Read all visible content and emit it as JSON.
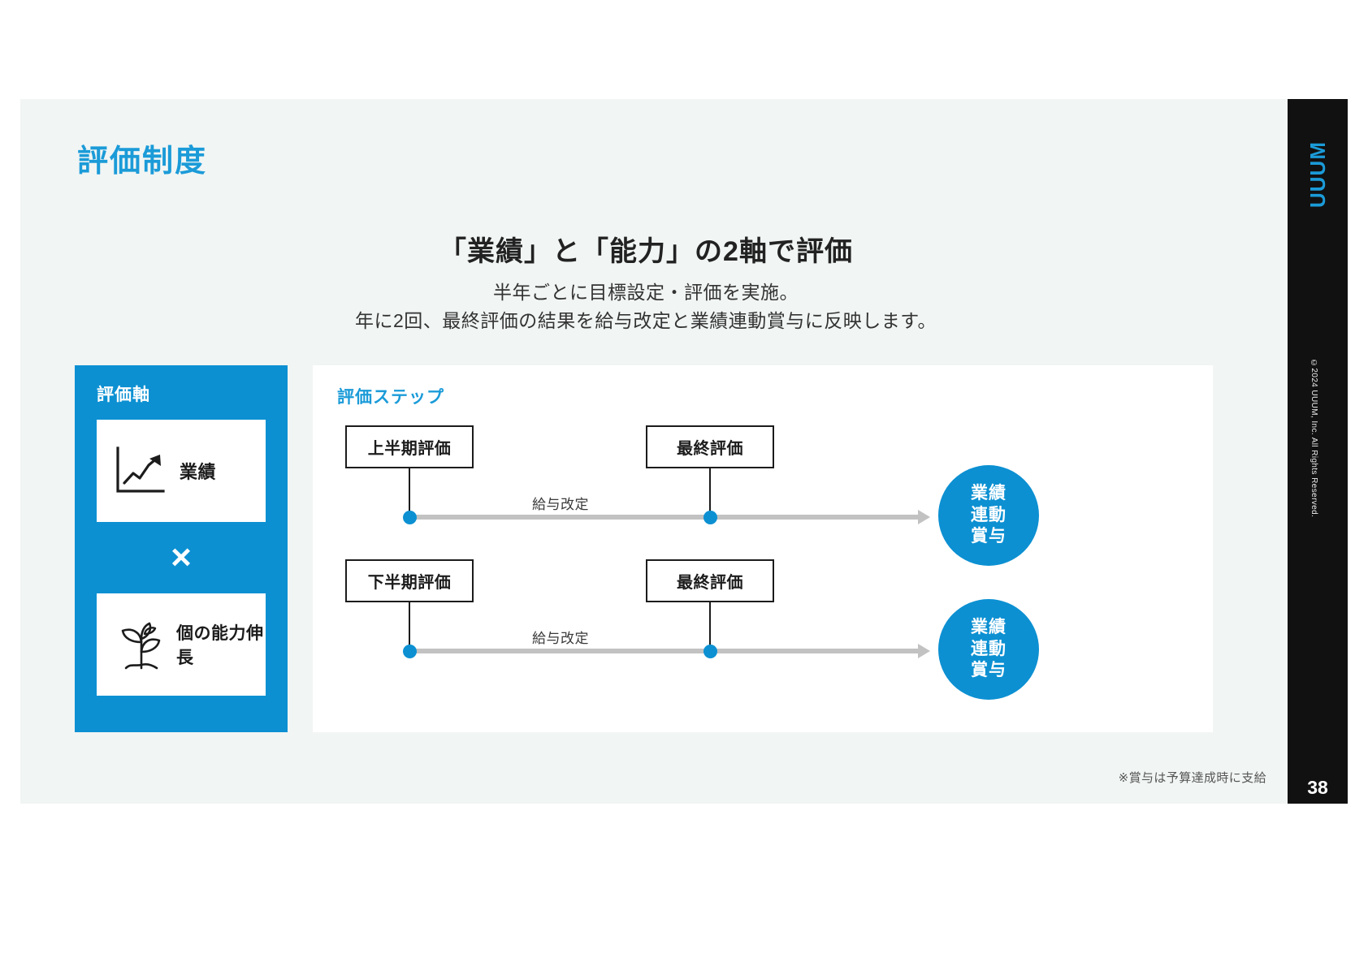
{
  "slide": {
    "title": "評価制度",
    "page_number": "38",
    "headline": "「業績」と「能力」の2軸で評価",
    "subtitle_lines": [
      "半年ごとに目標設定・評価を実施。",
      "年に2回、最終評価の結果を給与改定と業績連動賞与に反映します。"
    ],
    "footnote": "※賞与は予算達成時に支給",
    "accent_color": "#0c90d2",
    "title_color": "#1b9bd8",
    "background_color": "#f1f5f4",
    "sidebar_color": "#111111"
  },
  "sidebar": {
    "logo_text": "UUUM",
    "copyright": "©2024 UUUM, Inc. All Rights Reserved."
  },
  "axis_panel": {
    "title": "評価軸",
    "operator": "×",
    "cards": [
      {
        "label": "業績",
        "icon": "growth-chart-icon"
      },
      {
        "label": "個の能力伸長",
        "icon": "sprout-icon"
      }
    ]
  },
  "steps_panel": {
    "title": "評価ステップ",
    "rows": [
      {
        "start_box": "上半期評価",
        "end_box": "最終評価",
        "timeline_label": "給与改定",
        "result": [
          "業績",
          "連動",
          "賞与"
        ]
      },
      {
        "start_box": "下半期評価",
        "end_box": "最終評価",
        "timeline_label": "給与改定",
        "result": [
          "業績",
          "連動",
          "賞与"
        ]
      }
    ]
  }
}
